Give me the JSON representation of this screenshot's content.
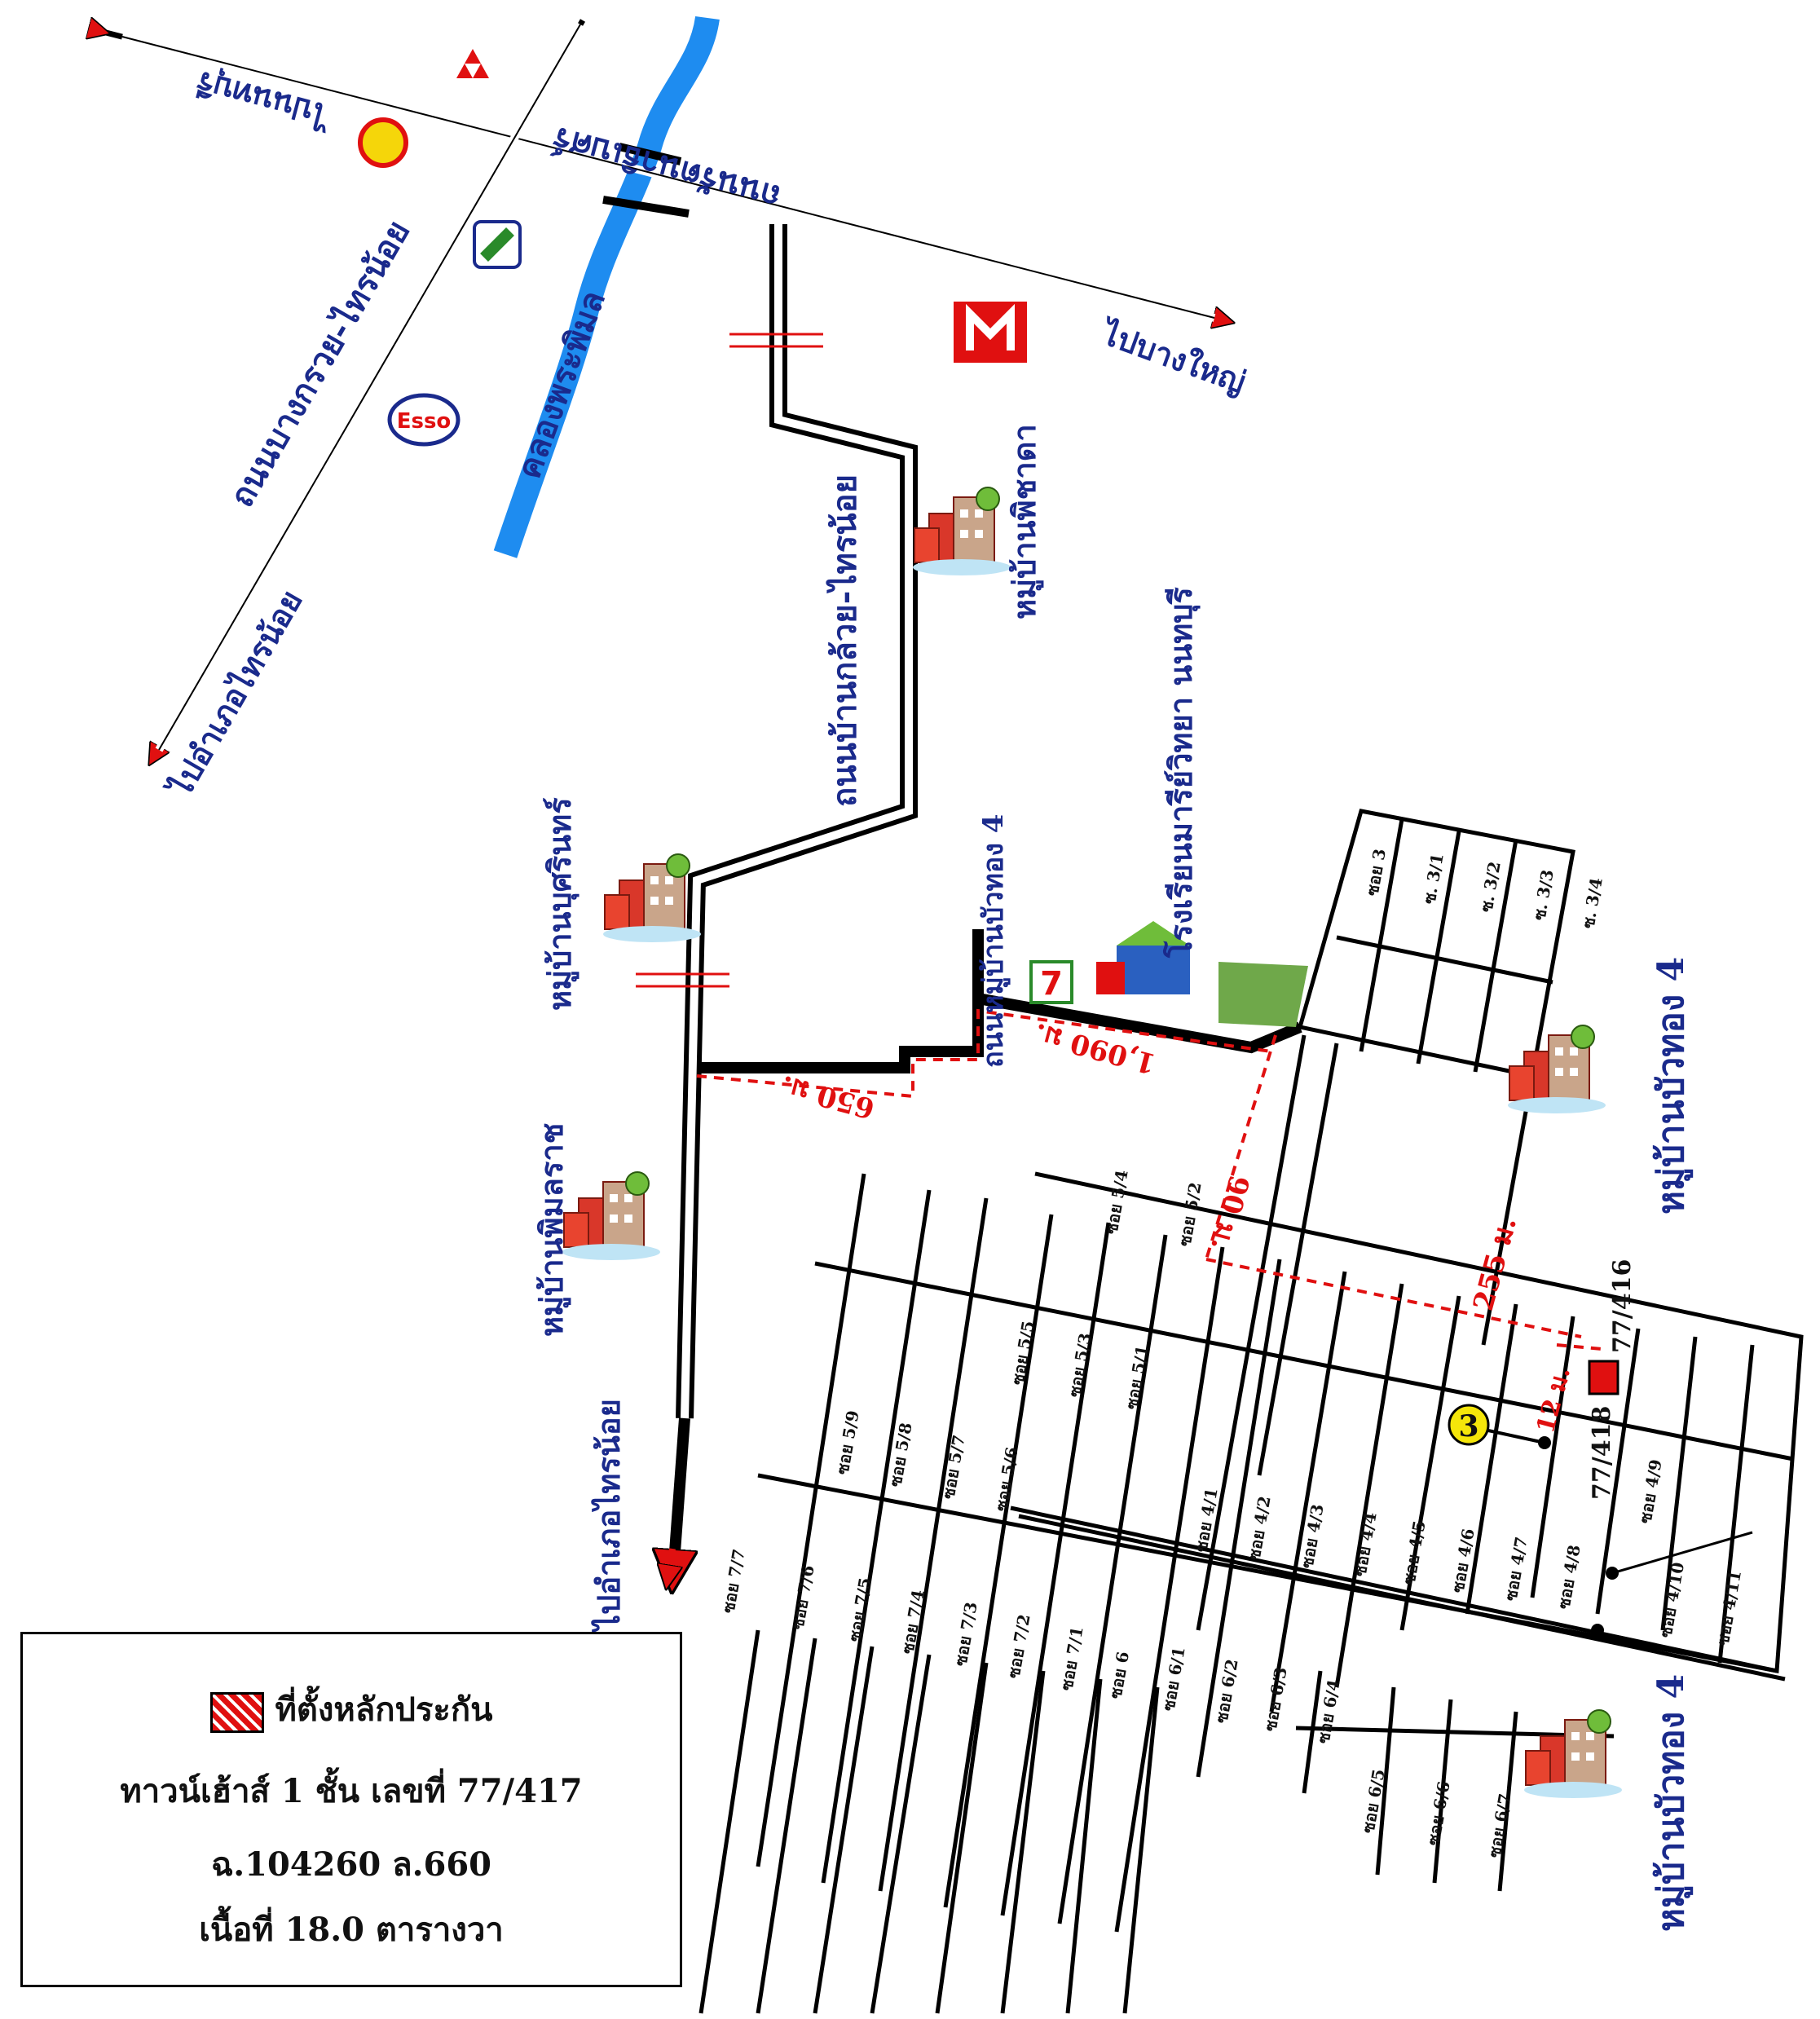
{
  "roads": {
    "main_highway": "ถนนรัตนาธิเบศร์",
    "bangkruai_road": "ถนนบางกรวย-ไทรน้อย",
    "bankluay_road": "ถนนบ้านกล้วย-ไทรน้อย",
    "village_road": "ถนนหมู่บ้านบัวทอง 4"
  },
  "canal": "คลองพระพิมล",
  "directions": {
    "to_bangyai": "ไปบางใหญ่",
    "to_nonthaburi": "ไปนนทบุรี",
    "to_sainoi_1": "ไปอำเภอไทรน้อย",
    "to_sainoi_2": "ไปอำเภอไทรน้อย"
  },
  "villages": {
    "pimchada": "หมู่บ้านพิชาดา",
    "busarin": "หมู่บ้านบุศรินทร์",
    "pimlarat": "หมู่บ้านพิมลราช",
    "buathong_a": "หมู่บ้านบัวทอง 4",
    "buathong_b": "หมู่บ้านบัวทอง 4"
  },
  "landmarks": {
    "school": "โรงเรียนมารีย์วิทยา นนทบุรี",
    "mitsubishi": "MITSUBISHI MOTORS",
    "esso": "Esso",
    "seven": "7"
  },
  "distances": {
    "d650": "650 ม.",
    "d1090": "1,090 ม.",
    "d90": "90 ม.",
    "d255": "255 ม.",
    "d12": "12 ม."
  },
  "house_numbers": {
    "h416": "77/416",
    "h418": "77/418"
  },
  "marker_number": "3",
  "sois": {
    "s3": "ซอย 3",
    "s3_1": "ซ. 3/1",
    "s3_2": "ซ. 3/2",
    "s3_3": "ซ. 3/3",
    "s3_4": "ซ. 3/4",
    "s5_4": "ซอย 5/4",
    "s5_2": "ซอย 5/2",
    "s5_5": "ซอย 5/5",
    "s5_3": "ซอย 5/3",
    "s5_1": "ซอย 5/1",
    "s5_9": "ซอย 5/9",
    "s5_8": "ซอย 5/8",
    "s5_7": "ซอย 5/7",
    "s5_6": "ซอย 5/6",
    "s4_1": "ซอย 4/1",
    "s4_2": "ซอย 4/2",
    "s4_3": "ซอย 4/3",
    "s4_4": "ซอย 4/4",
    "s4_5": "ซอย 4/5",
    "s4_6": "ซอย 4/6",
    "s4_7": "ซอย 4/7",
    "s4_8": "ซอย 4/8",
    "s4_9": "ซอย 4/9",
    "s4_10": "ซอย 4/10",
    "s4_11": "ซอย 4/11",
    "s7_7": "ซอย 7/7",
    "s7_6": "ซอย 7/6",
    "s7_5": "ซอย 7/5",
    "s7_4": "ซอย 7/4",
    "s7_3": "ซอย 7/3",
    "s7_2": "ซอย 7/2",
    "s7_1": "ซอย 7/1",
    "s6": "ซอย 6",
    "s6_1": "ซอย 6/1",
    "s6_2": "ซอย 6/2",
    "s6_3": "ซอย 6/3",
    "s6_4": "ซอย 6/4",
    "s6_5": "ซอย 6/5",
    "s6_6": "ซอย 6/6",
    "s6_7": "ซอย 6/7"
  },
  "legend": {
    "title": "ที่ตั้งหลักประกัน",
    "line1": "ทาวน์เฮ้าส์ 1 ชั้น    เลขที่ 77/417",
    "line2": "ฉ.104260     ล.660",
    "line3": "เนื้อที่ 18.0 ตารางวา"
  },
  "colors": {
    "road": "#000000",
    "canal": "#1e8cf0",
    "arrow": "#e01010",
    "label": "#1a2a8c",
    "distance": "#e01010",
    "green_area": "#6fa84a",
    "marker": "#f5e60a"
  }
}
